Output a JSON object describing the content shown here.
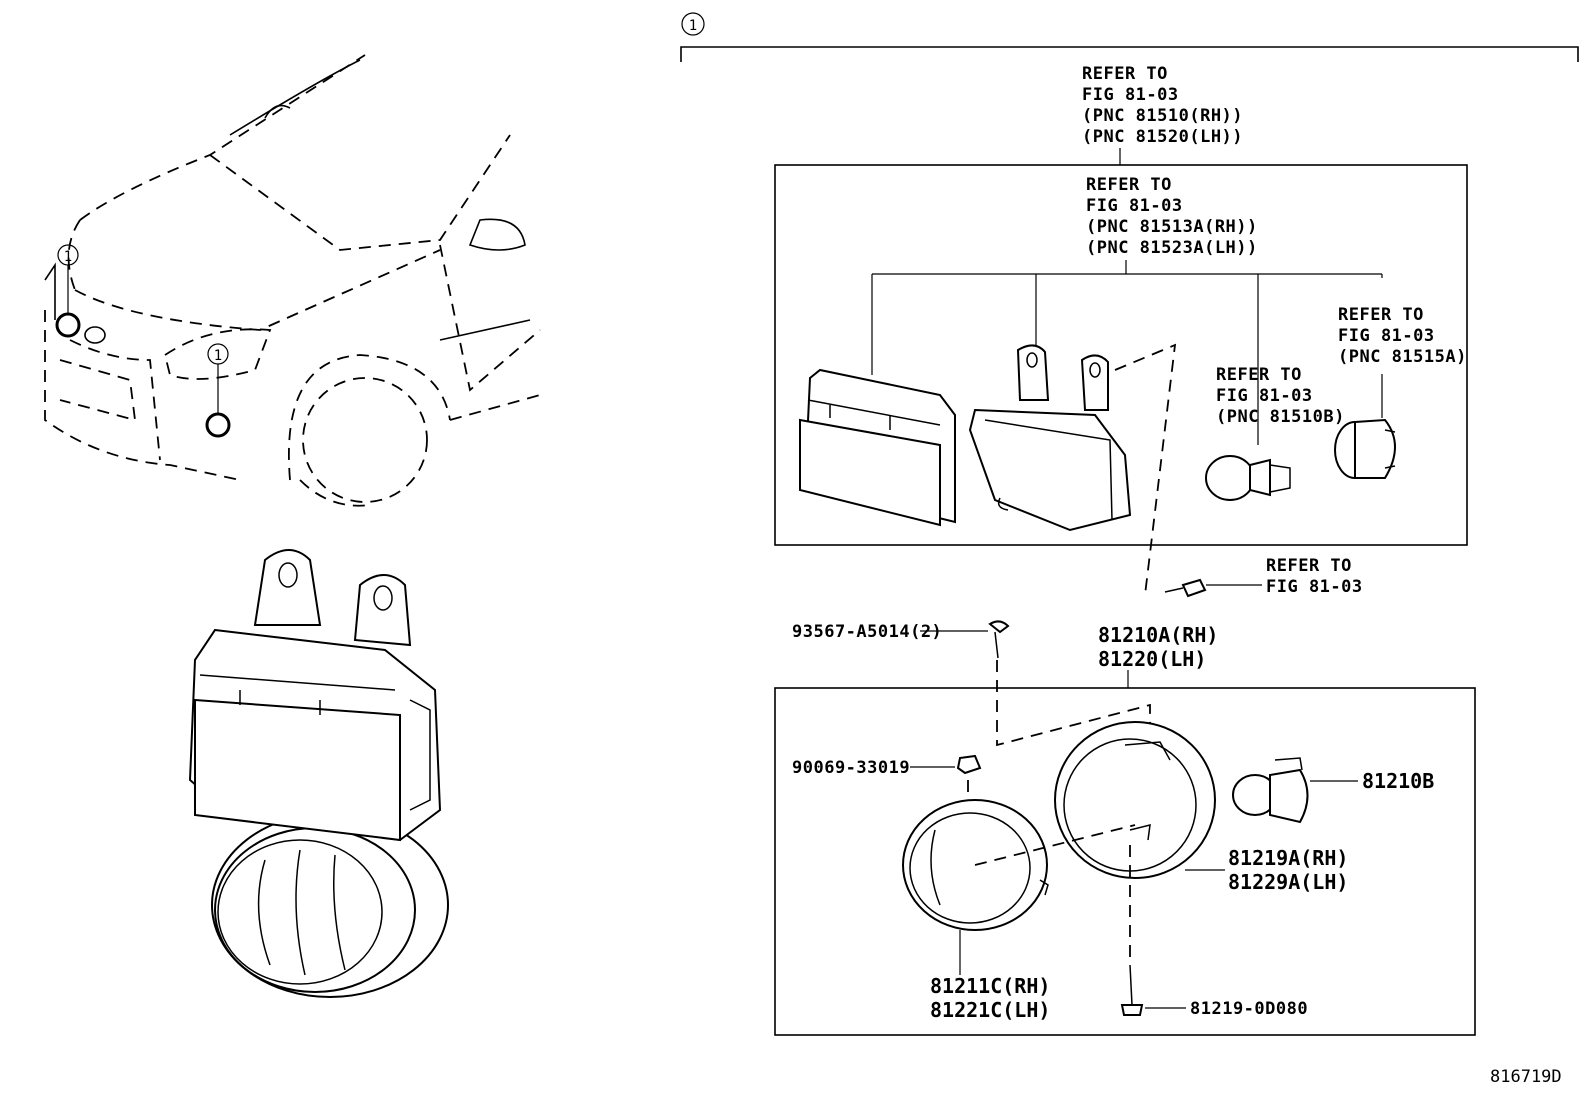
{
  "callout_marker": "1",
  "refer_headlamp": {
    "line1": "REFER TO",
    "line2": "FIG 81-03",
    "line3": "(PNC 81510(RH))",
    "line4": "(PNC 81520(LH))"
  },
  "refer_unit": {
    "line1": "REFER TO",
    "line2": "FIG 81-03",
    "line3": "(PNC 81513A(RH))",
    "line4": "(PNC 81523A(LH))"
  },
  "refer_socket": {
    "line1": "REFER TO",
    "line2": "FIG 81-03",
    "line3": "(PNC 81515A)"
  },
  "refer_bulb": {
    "line1": "REFER TO",
    "line2": "FIG 81-03",
    "line3": "(PNC 81510B)"
  },
  "refer_screw": {
    "line1": "REFER TO",
    "line2": "FIG 81-03"
  },
  "parts": {
    "screw_93567": "93567-A5014(2)",
    "assy_rh": "81210A(RH)",
    "assy_lh": "81220(LH)",
    "nut_90069": "90069-33019",
    "bulb_81210b": "81210B",
    "bracket_rh": "81219A(RH)",
    "bracket_lh": "81229A(LH)",
    "lens_rh": "81211C(RH)",
    "lens_lh": "81221C(LH)",
    "bolt_81219": "81219-0D080"
  },
  "figure_id": "816719D"
}
